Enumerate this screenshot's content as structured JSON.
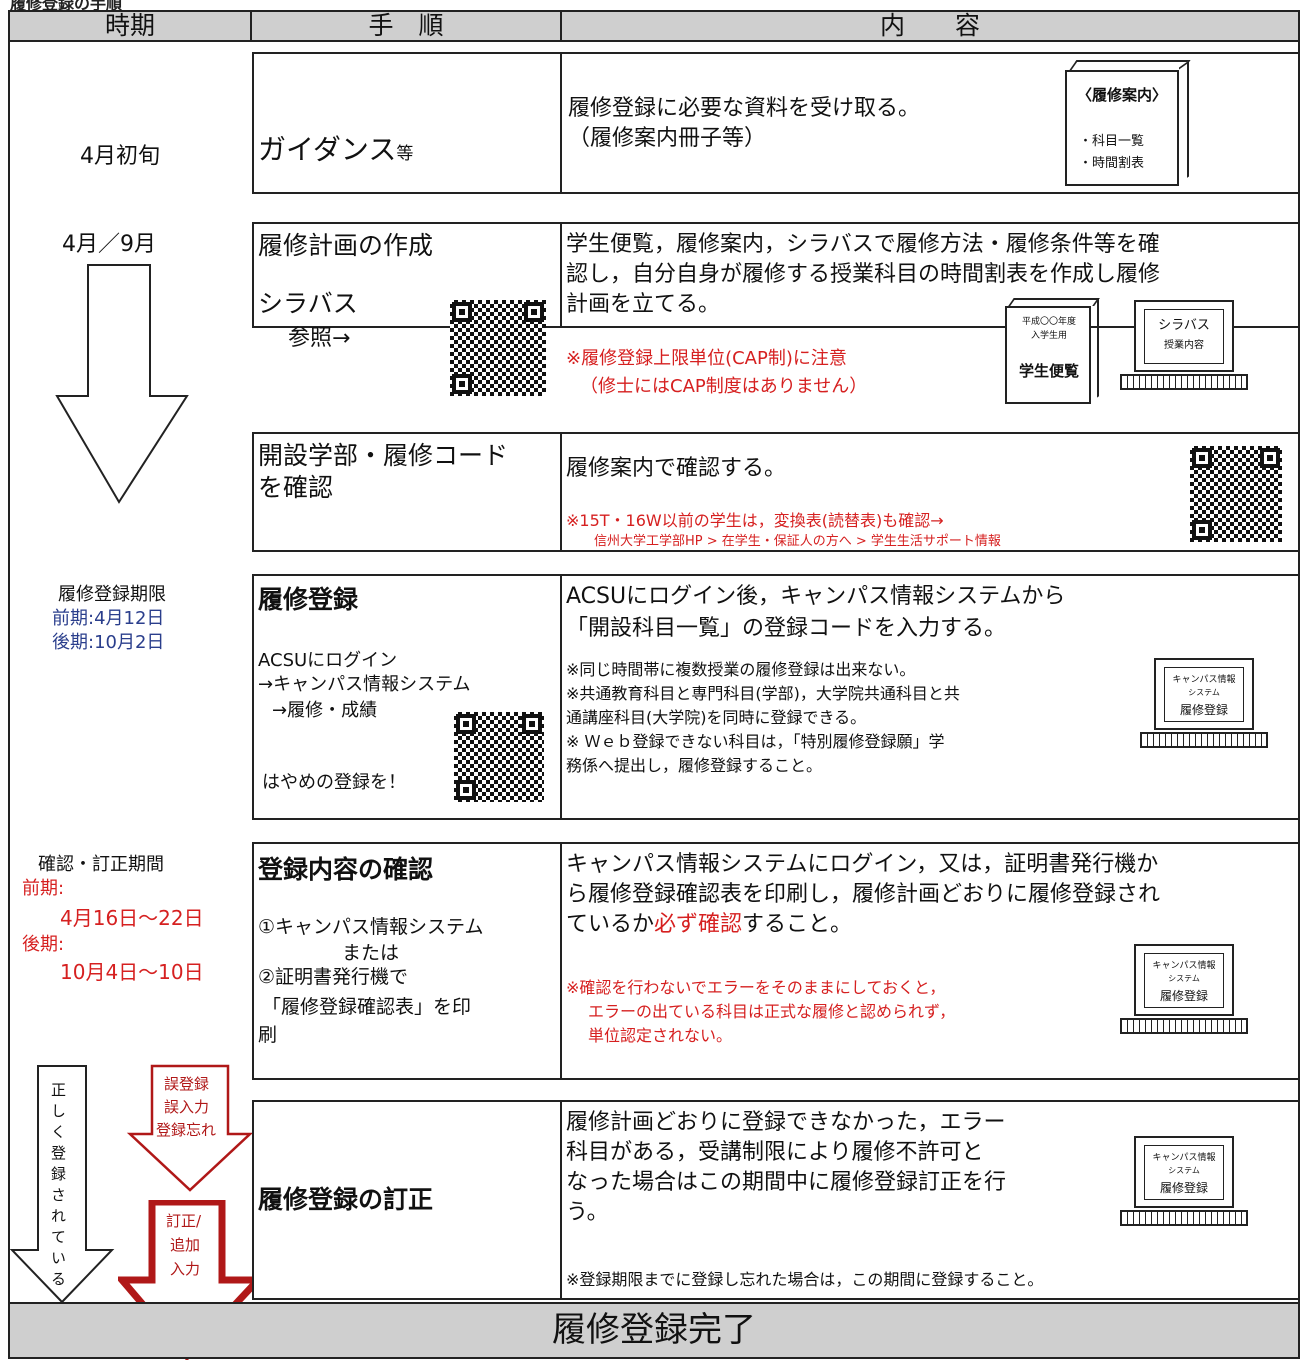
{
  "title_partial": "履修登録の手順",
  "headers": {
    "period": "時期",
    "procedure": "手　順",
    "content": "内　　容"
  },
  "row1": {
    "period": "4月初旬",
    "procedure": "ガイダンス",
    "procedure_small": "等",
    "content_line1": "履修登録に必要な資料を受け取る。",
    "content_line2": "（履修案内冊子等）",
    "booklet_title": "履修案内",
    "booklet_item1": "・科目一覧",
    "booklet_item2": "・時間割表"
  },
  "row2": {
    "period": "4月／9月",
    "procedure_title": "履修計画の作成",
    "syllabus_label": "シラバス",
    "syllabus_ref": "参照→",
    "content_line1": "学生便覧，履修案内，シラバスで履修方法・履修条件等を確",
    "content_line2": "認し，自分自身が履修する授業科目の時間割表を作成し履修",
    "content_line3": "計画を立てる。",
    "note1": "※履修登録上限単位(CAP制)に注意",
    "note2": "（修士にはCAP制度はありません）",
    "book_top1": "平成〇〇年度",
    "book_top2": "入学生用",
    "book_title": "学生便覧",
    "laptop_l1": "シラバス",
    "laptop_l2": "授業内容"
  },
  "row3": {
    "procedure_line1": "開設学部・履修コード",
    "procedure_line2": "を確認",
    "content_line1": "履修案内で確認する。",
    "note1": "※15T・16W以前の学生は，変換表(読替表)も確認→",
    "note2": "信州大学工学部HP > 在学生・保証人の方へ > 学生生活サポート情報"
  },
  "row4": {
    "period_label": "履修登録期限",
    "period_first": "前期:4月12日",
    "period_second": "後期:10月2日",
    "procedure_title": "履修登録",
    "steps1": "ACSUにログイン",
    "steps2": "→キャンパス情報システム",
    "steps3": "→履修・成績",
    "steps4": "はやめの登録を！",
    "content_line1": "ACSUにログイン後，キャンパス情報システムから",
    "content_line2": "「開設科目一覧」の登録コードを入力する。",
    "note1": "※同じ時間帯に複数授業の履修登録は出来ない。",
    "note2": "※共通教育科目と専門科目(学部)，大学院共通科目と共",
    "note3": "通講座科目(大学院)を同時に登録できる。",
    "note4": "※ Ｗｅｂ登録できない科目は，「特別履修登録願」学",
    "note5": "務係へ提出し，履修登録すること。",
    "laptop_l1": "キャンパス情報",
    "laptop_l2": "システム",
    "laptop_l3": "履修登録"
  },
  "row5": {
    "period_label": "確認・訂正期間",
    "first_label": "前期:",
    "first_dates": "4月16日～22日",
    "second_label": "後期:",
    "second_dates": "10月4日～10日",
    "procedure_title": "登録内容の確認",
    "option1": "①キャンパス情報システム",
    "or": "または",
    "option2": "②証明書発行機で",
    "option3": "「履修登録確認表」を印",
    "option4": "刷",
    "content_line1": "キャンパス情報システムにログイン，又は，証明書発行機か",
    "content_line2": "ら履修登録確認表を印刷し，履修計画どおりに履修登録され",
    "content_line3a": "ているか",
    "content_line3b": "必ず確認",
    "content_line3c": "すること。",
    "note1": "※確認を行わないでエラーをそのままにしておくと，",
    "note2": "エラーの出ている科目は正式な履修と認められず，",
    "note3": "単位認定されない。",
    "laptop_l1": "キャンパス情報",
    "laptop_l2": "システム",
    "laptop_l3": "履修登録"
  },
  "arrows": {
    "correct": "正しく登録されている",
    "error1": "誤登録",
    "error2": "誤入力",
    "error3": "登録忘れ",
    "fix1": "訂正/",
    "fix2": "追加",
    "fix3": "入力"
  },
  "row6": {
    "procedure_title": "履修登録の訂正",
    "content_line1": "履修計画どおりに登録できなかった，エラー",
    "content_line2": "科目がある，受講制限により履修不許可と",
    "content_line3": "なった場合はこの期間中に履修登録訂正を行",
    "content_line4": "う。",
    "note1": "※登録期限までに登録し忘れた場合は，この期間に登録すること。",
    "laptop_l1": "キャンパス情報",
    "laptop_l2": "システム",
    "laptop_l3": "履修登録"
  },
  "footer": "履修登録完了"
}
